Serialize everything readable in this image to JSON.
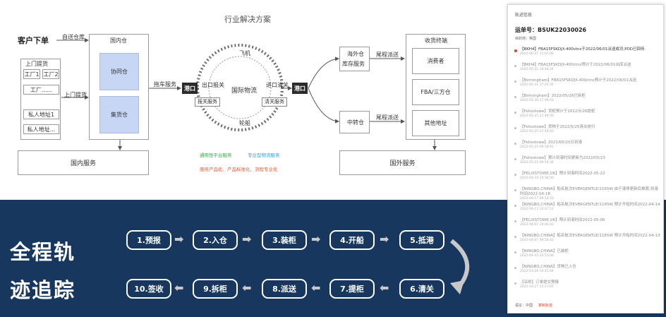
{
  "diagram": {
    "title": "行业解决方案",
    "customer_order": "客户下单",
    "self_delivery": "自送仓库",
    "door_pickup_group": "上门提货",
    "factory1": "工厂1",
    "factory2": "工厂2",
    "factory3": "工厂......",
    "door_pickup_arrow": "上门提货",
    "private1": "私人地址1",
    "private2": "私人地址...",
    "domestic_wh": "国内仓",
    "wh_a": "协同仓",
    "wh_b": "集货仓",
    "truck": "拖车服务",
    "port_left": "港口",
    "port_right": "港口",
    "export_decl": "出口报关",
    "decl_service": "报关服务",
    "import_clear": "进口清关",
    "clear_service": "清关服务",
    "plane": "飞机",
    "intl": "国际物流",
    "ship": "轮船",
    "overseas_wh_l1": "海外仓",
    "overseas_wh_l2": "库存服务",
    "transit": "中转仓",
    "last_mile1": "尾程派送",
    "last_mile2": "尾程派送",
    "receivers": "收货终端",
    "consumer": "消费者",
    "fba": "FBA/三方仓",
    "other_addr": "其他地址",
    "domestic_service": "国内服务",
    "foreign_service": "国外服务",
    "legend1": "通用性平台服务",
    "legend2": "专业型物流服务",
    "legend3": "服务产品化、产品标准化、流程专业化",
    "colors": {
      "legend1": "#3aa84a",
      "legend2": "#3a9fd8",
      "legend3": "#e25d3a",
      "band": "#17375e"
    }
  },
  "banner": {
    "line1": "全程轨",
    "line2": "迹追踪",
    "steps_top": [
      "1.预报",
      "2.入仓",
      "3.装柜",
      "4.开船",
      "5.抵港"
    ],
    "steps_bottom": [
      "10.签收",
      "9.拆柜",
      "8.派送",
      "7.提柜",
      "6.清关"
    ]
  },
  "panel": {
    "title": "轨迹信息",
    "waybill": "运单号：BSUK22030026",
    "dest": "目的地：英国",
    "events": [
      {
        "text": "【BKH4】FBA15FSKDJX-400ctns于2022/06/01派送成功,POD已回传",
        "time": "2022-06-07 11:07:00"
      },
      {
        "text": "【BKH4】FBA15FSKDJX-400ctns预计于2022/06/01出库派送",
        "time": "2022-05-31 18:44:24"
      },
      {
        "text": "【Birmingham】FBA15FSKDJX-400ctns预计于2022/06/01派送",
        "time": "2022-05-31 17:25:31"
      },
      {
        "text": "【Birmingham】2022/05/26已拆柜",
        "time": "2022-05-30 17:09:03"
      },
      {
        "text": "【Felixstowe】货柜预计于2022/5/26提柜",
        "time": "2022-05-25 17:49:50"
      },
      {
        "text": "【Felixstowe】货物于2022/5/25清关放行",
        "time": "2022-05-25 17:49:20"
      },
      {
        "text": "【Felixstowe】2022/05/25日到港",
        "time": "2022-05-25 09:58:41"
      },
      {
        "text": "【Felixstowe】预计到港时间更新为2022/05/23",
        "time": "2022-05-23 09:54:34"
      },
      {
        "text": "【FELIXSTOWE,UK】预计到港时间2022-05-22",
        "time": "2022-04-19 10:58:50"
      },
      {
        "text": "【NINGBO,CHINA】船名航次EVERGENTLE/1165W 由于港埠更新后推算,到港时间2022-04-18",
        "time": "2022-04-17 09:54:23"
      },
      {
        "text": "【NINGBO,CHINA】船名航次EVERGENTLE/1165W 预计开船时间2022-04-14",
        "time": "2022-04-13 10:07:11"
      },
      {
        "text": "【FELIXSTOWE,UK】预计到港时间2022-05-06",
        "time": "2022-04-07 10:00:43"
      },
      {
        "text": "【NINGBO,CHINA】船名航次EVERGENTLE/1165W 预计开船时间2022-04-13",
        "time": "2022-04-07 09:58:43"
      },
      {
        "text": "【NINGBO,CHINA】已装柜",
        "time": "2022-04-03 15:53:06"
      },
      {
        "text": "【NINGBO,CHINA】货物已入仓",
        "time": "2022-03-28 10:41:44"
      },
      {
        "text": "【深圳】订单提交预报",
        "time": "2022-03-27 15:27:07"
      }
    ],
    "footer_label": "语言：中国",
    "footer_link": "复制轨迹"
  }
}
